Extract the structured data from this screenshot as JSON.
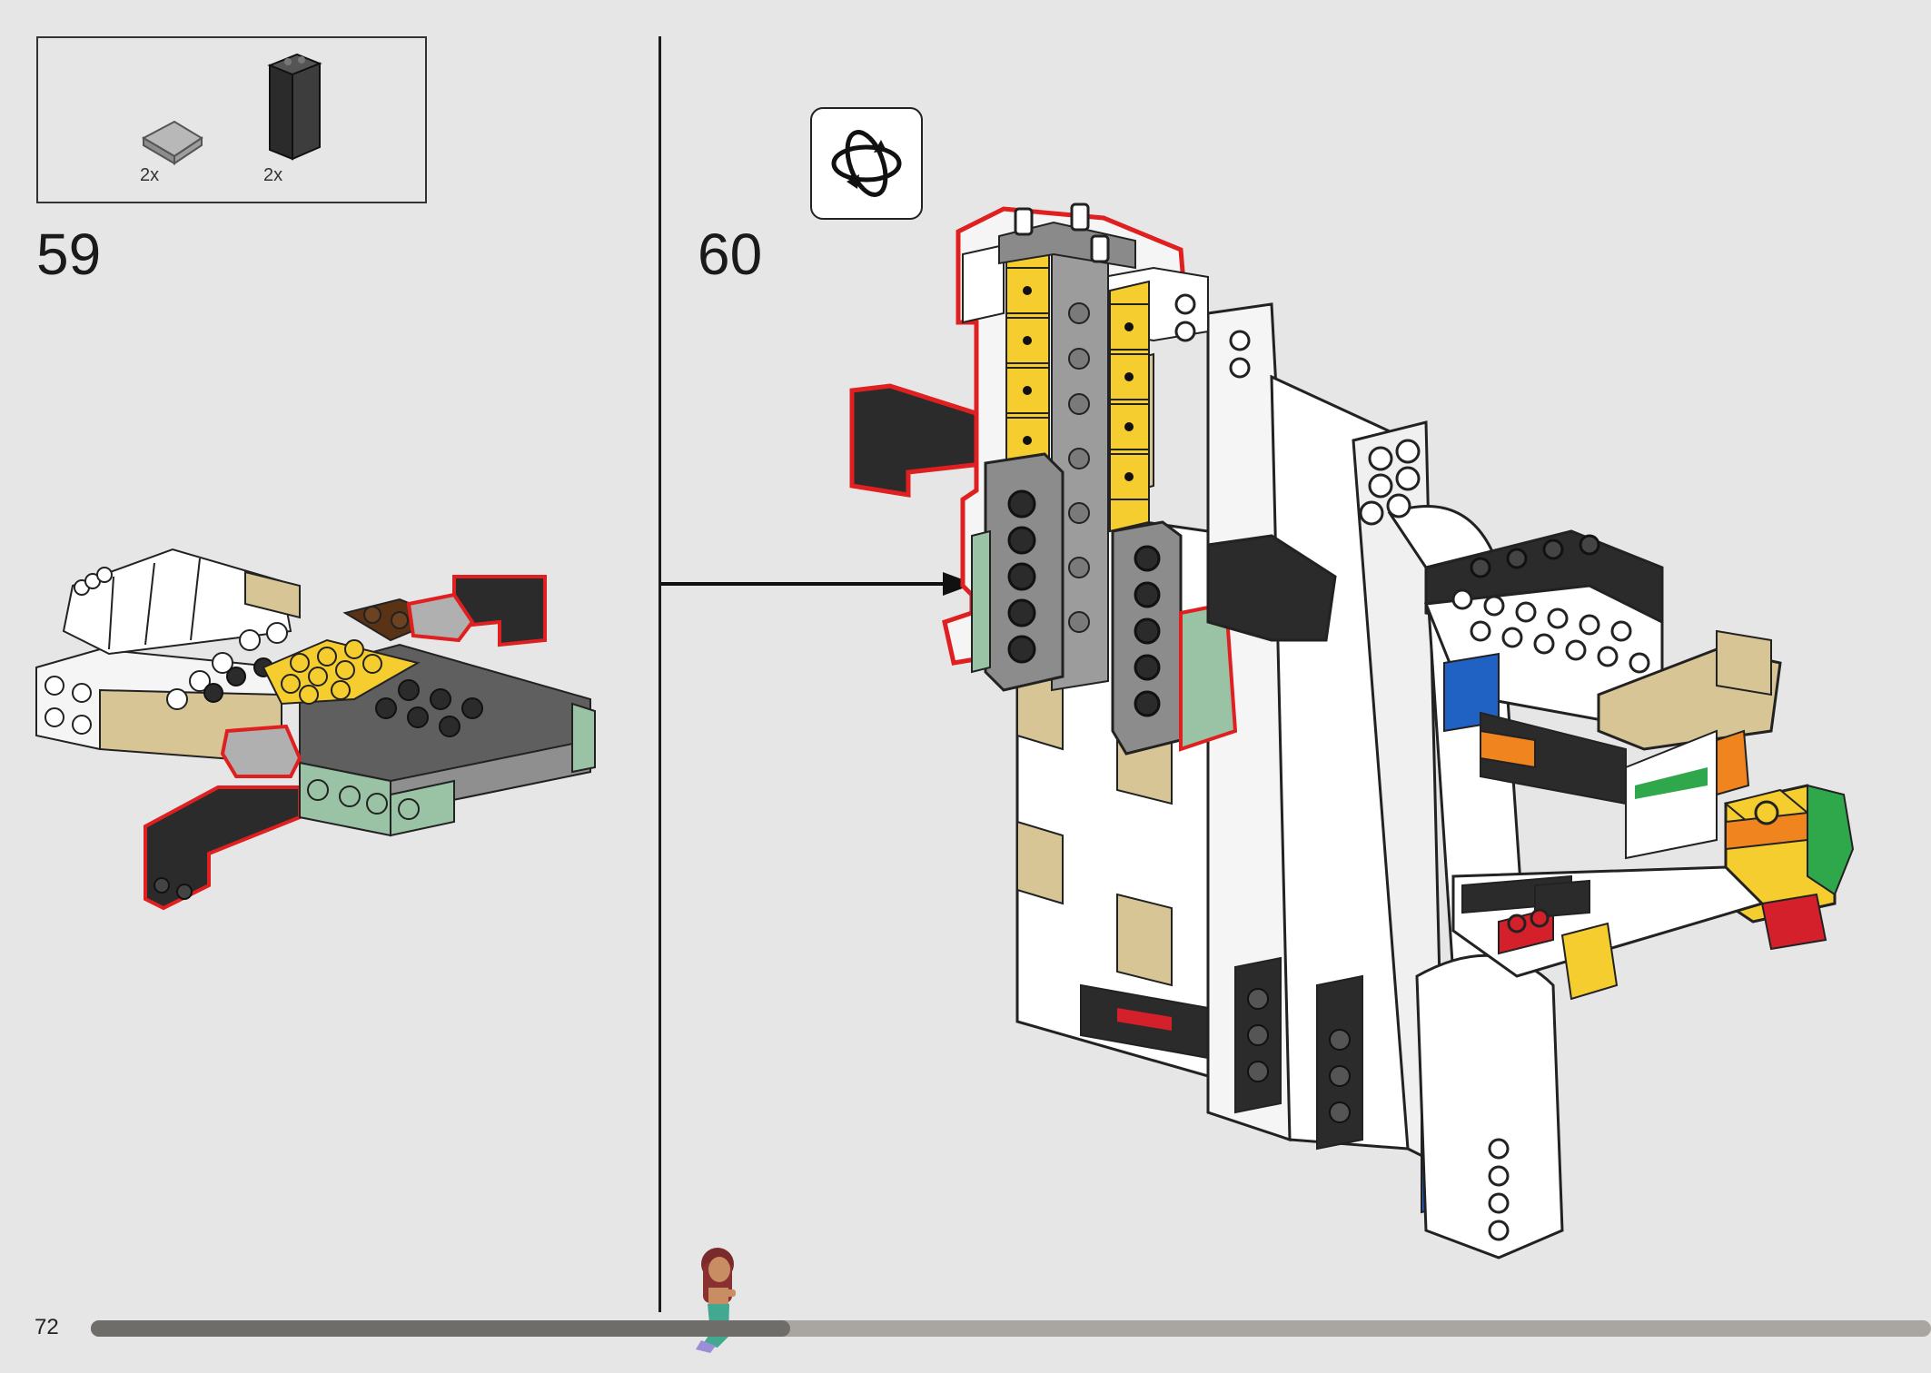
{
  "page": {
    "number": "72",
    "progress_fraction": 0.38
  },
  "parts_list": {
    "items": [
      {
        "icon": "grey-slope-tile",
        "count": "2x"
      },
      {
        "icon": "black-panel-1x2x3",
        "count": "2x"
      }
    ]
  },
  "steps": [
    {
      "number": "59"
    },
    {
      "number": "60"
    }
  ],
  "icons": {
    "rotate": "rotate-model-icon",
    "arrow": "placement-arrow-icon",
    "figure": "minifigure-icon"
  },
  "colors": {
    "background": "#e6e6e6",
    "highlight_outline": "#e02020",
    "brick_yellow": "#f5cd2f",
    "brick_tan": "#d8c596",
    "brick_sand_green": "#9ac2a4",
    "brick_dark_grey": "#5f5f5f",
    "brick_light_grey": "#a0a0a0",
    "brick_black": "#2b2b2b",
    "brick_white": "#ffffff",
    "brick_blue": "#1f62c4",
    "brick_red": "#d3202a",
    "brick_orange": "#f0841e",
    "brick_green": "#2ea84a",
    "brick_brown": "#5a3316"
  }
}
